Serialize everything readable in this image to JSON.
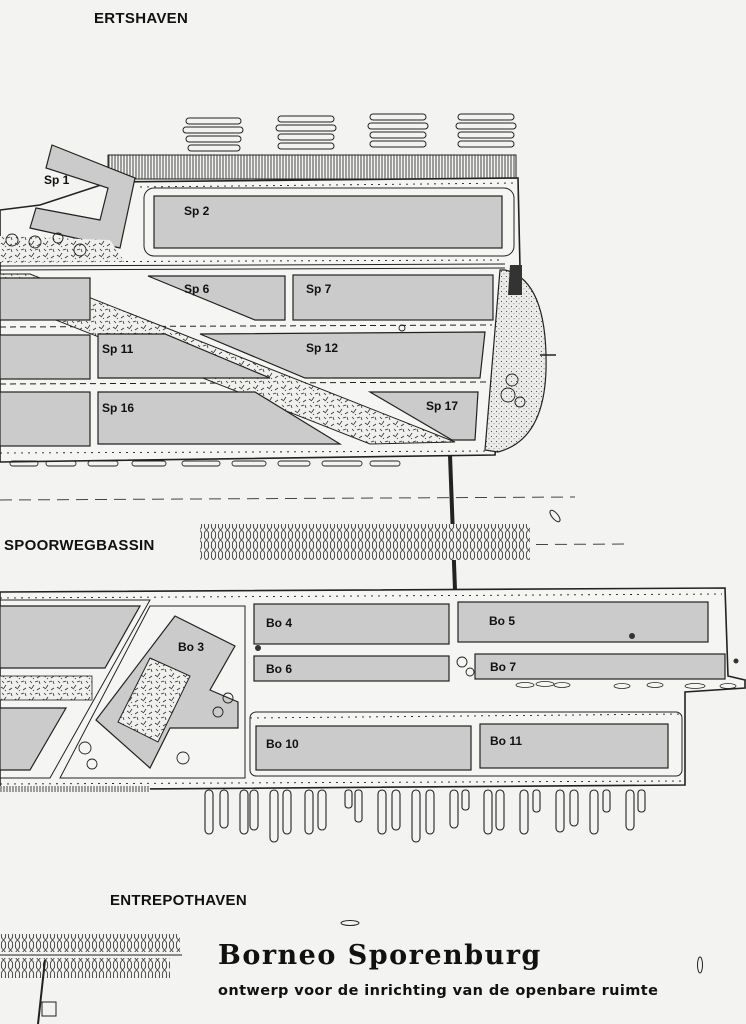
{
  "water": {
    "ertshaven": "ERTSHAVEN",
    "spoorwegbassin": "SPOORWEGBASSIN",
    "entrepothaven": "ENTREPOTHAVEN"
  },
  "blocks": {
    "sp1": "Sp 1",
    "sp2": "Sp 2",
    "sp6": "Sp 6",
    "sp7": "Sp 7",
    "sp11": "Sp 11",
    "sp12": "Sp 12",
    "sp16": "Sp 16",
    "sp17": "Sp 17",
    "bo3": "Bo 3",
    "bo4": "Bo 4",
    "bo5": "Bo 5",
    "bo6": "Bo 6",
    "bo7": "Bo 7",
    "bo10": "Bo 10",
    "bo11": "Bo 11"
  },
  "title": "Borneo Sporenburg",
  "subtitle": "ontwerp voor de inrichting van de openbare ruimte",
  "colors": {
    "paper": "#f3f3f1",
    "block_fill": "#cbcbcb",
    "ink": "#222222"
  }
}
